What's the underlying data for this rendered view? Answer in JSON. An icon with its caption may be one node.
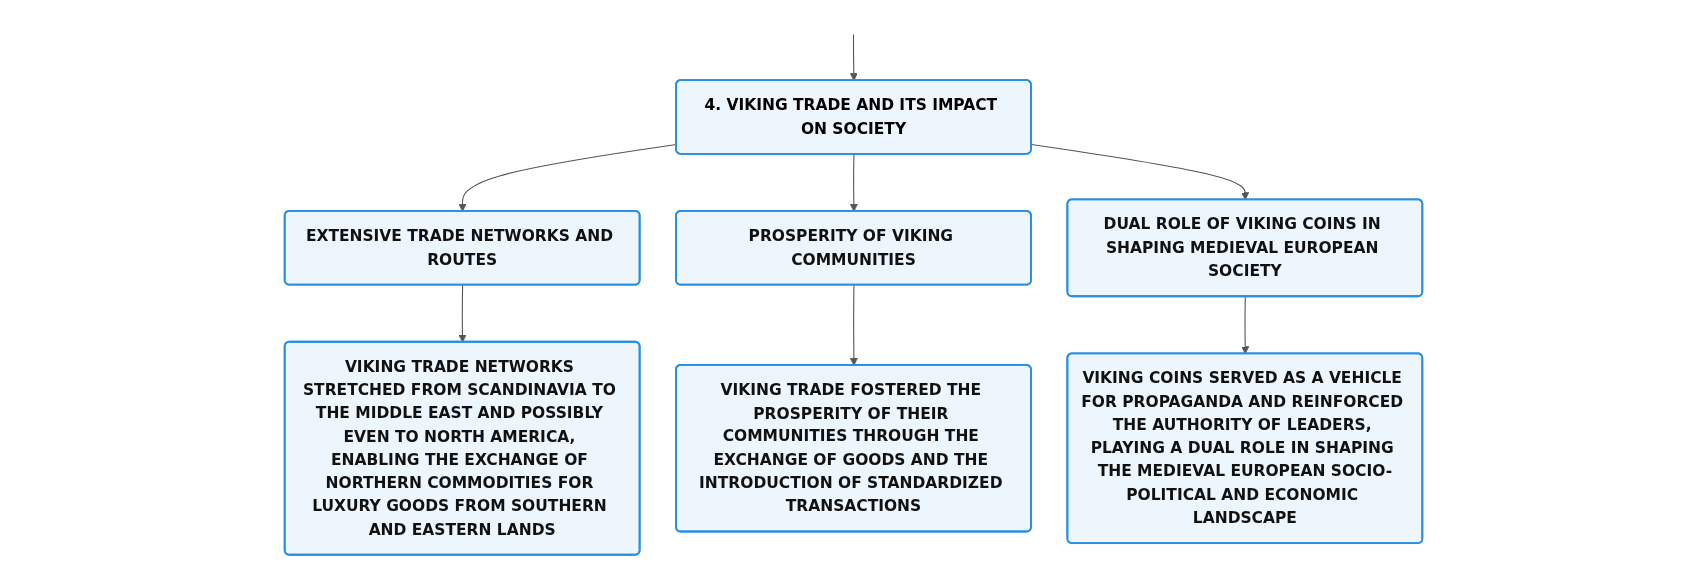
{
  "diagram": {
    "nodes": [
      {
        "text": [
          "4. VIKING TRADE AND ITS IMPACT ON SOCIETY"
        ]
      },
      {
        "text": [
          "EXTENSIVE TRADE NETWORKS AND ROUTES"
        ]
      },
      {
        "text": [
          "PROSPERITY OF VIKING COMMUNITIES"
        ]
      },
      {
        "text": [
          "DUAL ROLE OF VIKING COINS IN SHAPING MEDIEVAL EUROPEAN SOCIETY"
        ]
      },
      {
        "text": [
          "VIKING TRADE NETWORKS STRETCHED FROM SCANDINAVIA TO THE MIDDLE EAST AND POSSIBLY EVEN TO NORTH AMERICA, ENABLING THE EXCHANGE OF NORTHERN COMMODITIES FOR LUXURY GOODS FROM SOUTHERN AND EASTERN LANDS"
        ]
      },
      {
        "text": [
          "VIKING TRADE FOSTERED THE PROSPERITY OF THEIR COMMUNITIES THROUGH THE EXCHANGE OF GOODS AND THE INTRODUCTION OF STANDARDIZED TRANSACTIONS"
        ]
      },
      {
        "text": [
          "VIKING COINS SERVED AS A VEHICLE FOR PROPAGANDA AND REINFORCED THE AUTHORITY OF LEADERS, PLAYING A DUAL ROLE IN SHAPING THE MEDIEVAL EUROPEAN SOCIO-POLITICAL AND ECONOMIC LANDSCAPE"
        ]
      }
    ],
    "edges": [
      {
        "from": null,
        "to": 0,
        "arrow": "to"
      },
      {
        "from": 0,
        "to": 1,
        "arrow": "to"
      },
      {
        "from": 0,
        "to": 2,
        "arrow": "to"
      },
      {
        "from": 0,
        "to": 3,
        "arrow": "to"
      },
      {
        "from": 1,
        "to": 4,
        "arrow": "to"
      },
      {
        "from": 2,
        "to": 5,
        "arrow": "to"
      },
      {
        "from": 3,
        "to": 6,
        "arrow": "to"
      }
    ]
  }
}
